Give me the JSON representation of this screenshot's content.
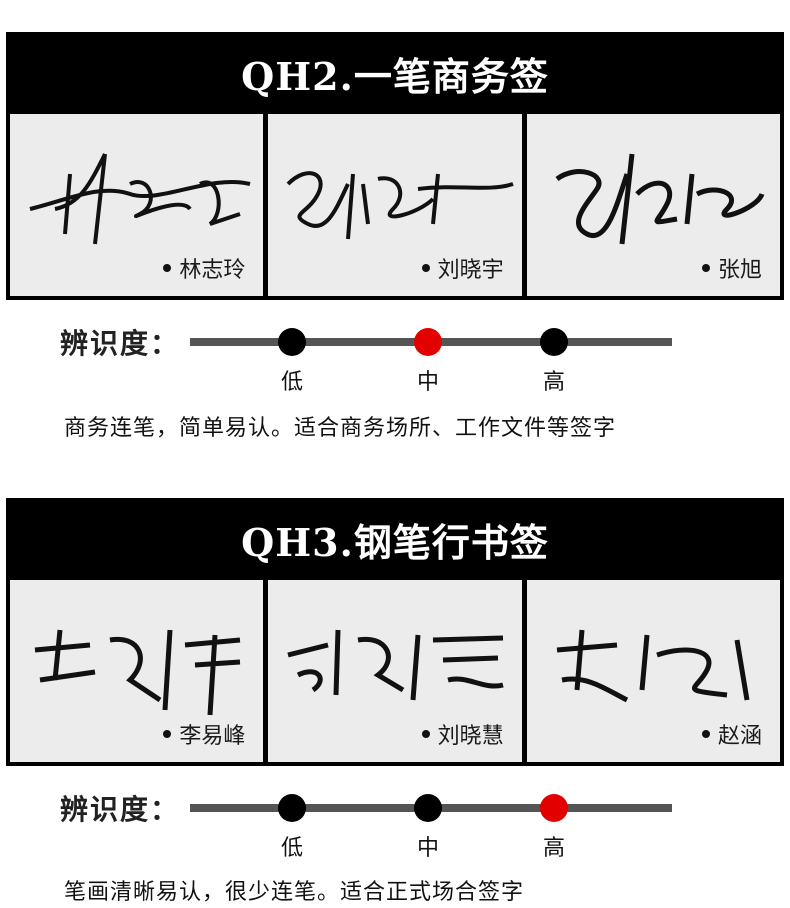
{
  "sections": [
    {
      "title": "QH2.一笔商务签",
      "signatures": [
        {
          "name": "林志玲"
        },
        {
          "name": "刘晓宇"
        },
        {
          "name": "张旭"
        }
      ],
      "recognizability": {
        "label": "辨识度：",
        "levels": [
          "低",
          "中",
          "高"
        ],
        "selected": "中"
      },
      "description": "商务连笔，简单易认。适合商务场所、工作文件等签字"
    },
    {
      "title": "QH3.钢笔行书签",
      "signatures": [
        {
          "name": "李易峰"
        },
        {
          "name": "刘晓慧"
        },
        {
          "name": "赵涵"
        }
      ],
      "recognizability": {
        "label": "辨识度：",
        "levels": [
          "低",
          "中",
          "高"
        ],
        "selected": "高"
      },
      "description": "笔画清晰易认，很少连笔。适合正式场合签字"
    }
  ],
  "colors": {
    "banner": "#000000",
    "card": "#ececec",
    "active_level": "#e30000",
    "track": "#555555"
  }
}
